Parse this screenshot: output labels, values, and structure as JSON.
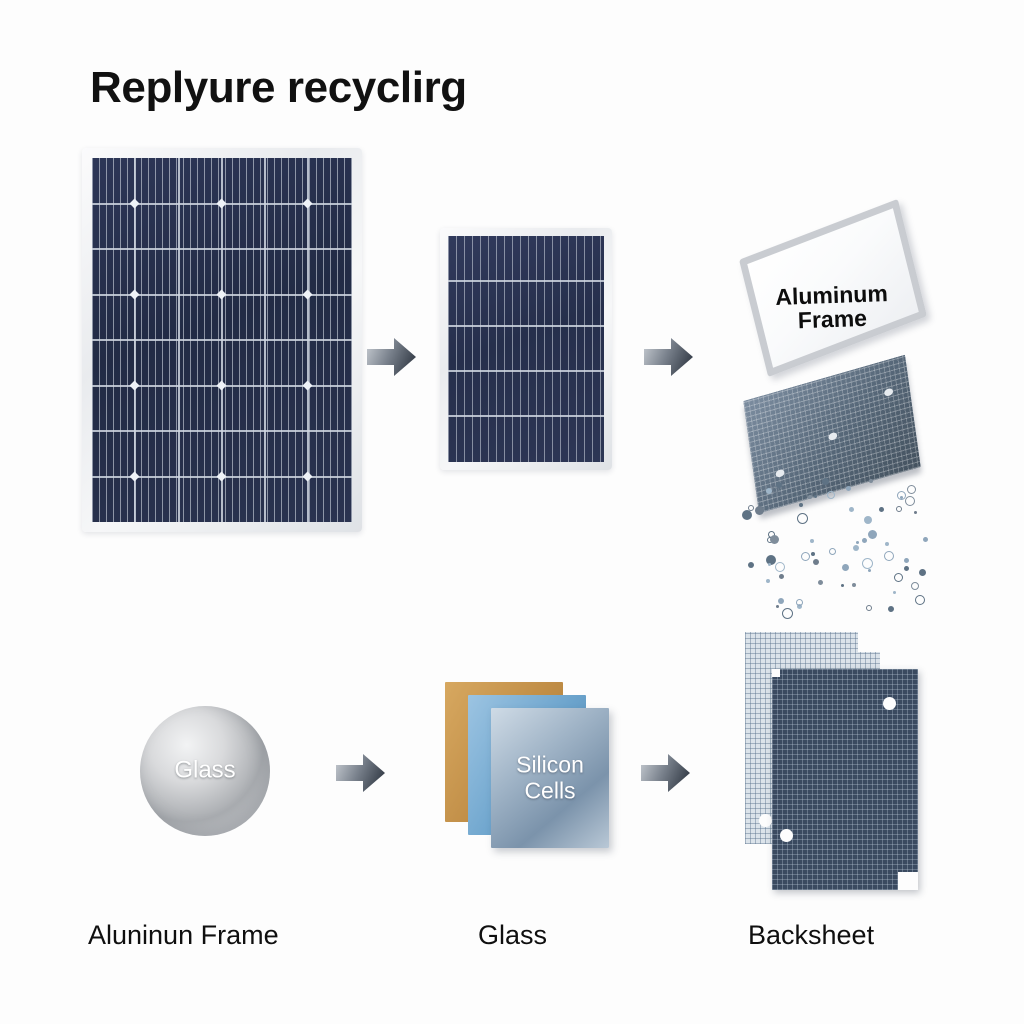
{
  "diagram": {
    "title": "Replyure recyclirg",
    "background_color": "#fdfdfd"
  },
  "stage_top": {
    "panel_full": {
      "name": "full-solar-panel",
      "cell_color": "#252e4a",
      "frame_color": "#e9ebee",
      "columns": 6,
      "rows": 8
    },
    "arrow_1": {
      "name": "arrow-right",
      "color_start": "#c6cbd1",
      "color_end": "#444c57"
    },
    "panel_small": {
      "name": "delaminated-solar-panel",
      "cell_color": "#2b3350",
      "rows": 5
    },
    "arrow_2": {
      "name": "arrow-right",
      "color_start": "#c6cbd1",
      "color_end": "#444c57"
    },
    "aluminum_frame_label": "Aluminum Frame",
    "aluminum_frame_label_line1": "Aluminum",
    "aluminum_frame_label_line2": "Frame",
    "dark_plate": {
      "name": "textured-cell-plate",
      "color": "#5d6e82"
    },
    "granules": {
      "name": "silicon-granules",
      "count": 64
    }
  },
  "stage_bottom": {
    "glass_circle_label": "Glass",
    "arrow_3": {
      "name": "arrow-right",
      "color_start": "#c6cbd1",
      "color_end": "#444c57"
    },
    "silicon_label_line1": "Silicon",
    "silicon_label_line2": "Cells",
    "sheet_colors": {
      "back": "#c08d46",
      "middle": "#6ba3cc",
      "front": "#9fb3c6"
    },
    "arrow_4": {
      "name": "arrow-right",
      "color_start": "#c6cbd1",
      "color_end": "#444c57"
    },
    "backsheet_light_color": "#dbe3ea",
    "backsheet_dark_color": "#3a4a60"
  },
  "captions": [
    {
      "label": "Aluninun Frame"
    },
    {
      "label": "Glass"
    },
    {
      "label": "Backsheet"
    }
  ]
}
